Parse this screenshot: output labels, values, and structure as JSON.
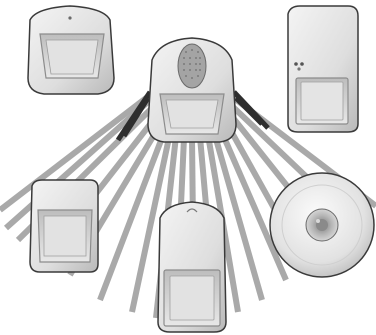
{
  "scene": {
    "palette": {
      "background": "#ffffff",
      "housing": "#e4e4e4",
      "housing_shadow": "#b8b8b8",
      "lens": "#d6d6d6",
      "lens_frame": "#8c8c8c",
      "detection_beams": "#a9a9a9",
      "outline": "#3a3a3a",
      "speaker_grille": "#9a9a9a"
    },
    "icons": [
      "motion-sensor-wall-mount",
      "motion-sensor-tall",
      "motion-sensor-with-grille",
      "motion-sensor-square",
      "motion-sensor-upright",
      "motion-sensor-ceiling-dome"
    ]
  }
}
